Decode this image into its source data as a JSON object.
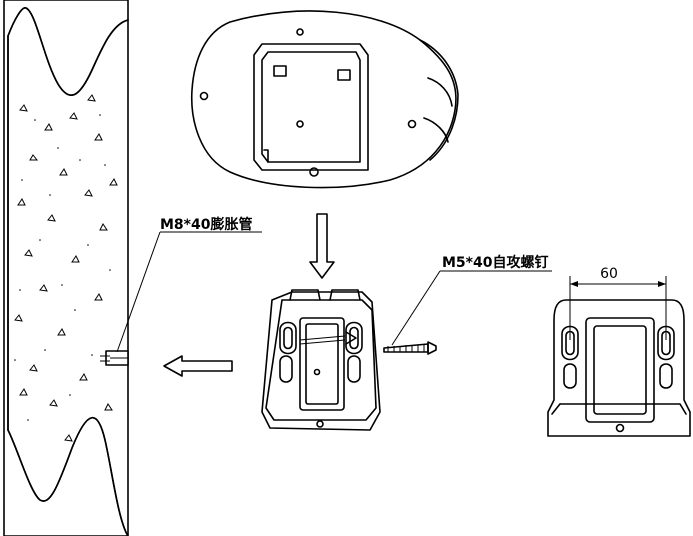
{
  "labels": {
    "expansion_tube": "M8*40膨胀管",
    "tapping_screw": "M5*40自攻螺钉",
    "hole_spacing": "60"
  }
}
